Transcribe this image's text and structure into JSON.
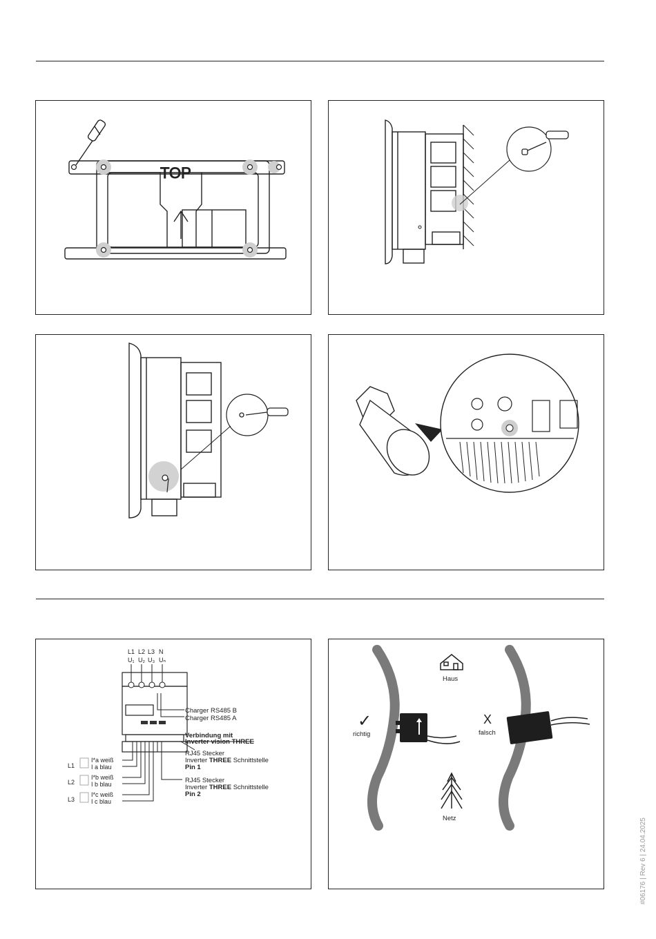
{
  "footer": {
    "doc_ref": "#06176 | Rev 6 | 24.04.2025"
  },
  "figure1": {
    "top_label": "TOP"
  },
  "wiring": {
    "terminals_top": [
      "L1",
      "L2",
      "L3",
      "N"
    ],
    "terminals_sub": [
      "U₁",
      "U₂",
      "U₃",
      "Uₙ"
    ],
    "charger_b": "Charger RS485 B",
    "charger_a": "Charger RS485 A",
    "verbindung_line1": "Verbindung mit",
    "verbindung_line2_prefix": "Inverter vision ",
    "verbindung_line2_bold": "THREE",
    "rj45_1_line1": "RJ45 Stecker",
    "rj45_1_line2_prefix": "Inverter ",
    "rj45_1_line2_bold": "THREE",
    "rj45_1_line2_suffix": " Schnittstelle",
    "rj45_1_pin": "Pin 1",
    "rj45_2_line1": "RJ45 Stecker",
    "rj45_2_line2_prefix": "Inverter ",
    "rj45_2_line2_bold": "THREE",
    "rj45_2_line2_suffix": " Schnittstelle",
    "rj45_2_pin": "Pin 2",
    "phases": [
      {
        "label": "L1",
        "white": "I*a weiß",
        "blue": "I a  blau"
      },
      {
        "label": "L2",
        "white": "I*b weiß",
        "blue": "I b  blau"
      },
      {
        "label": "L3",
        "white": "I*c weiß",
        "blue": "I c  blau"
      }
    ]
  },
  "ct": {
    "haus": "Haus",
    "netz": "Netz",
    "correct_mark": "✓",
    "correct_label": "richtig",
    "wrong_mark": "X",
    "wrong_label": "falsch"
  }
}
